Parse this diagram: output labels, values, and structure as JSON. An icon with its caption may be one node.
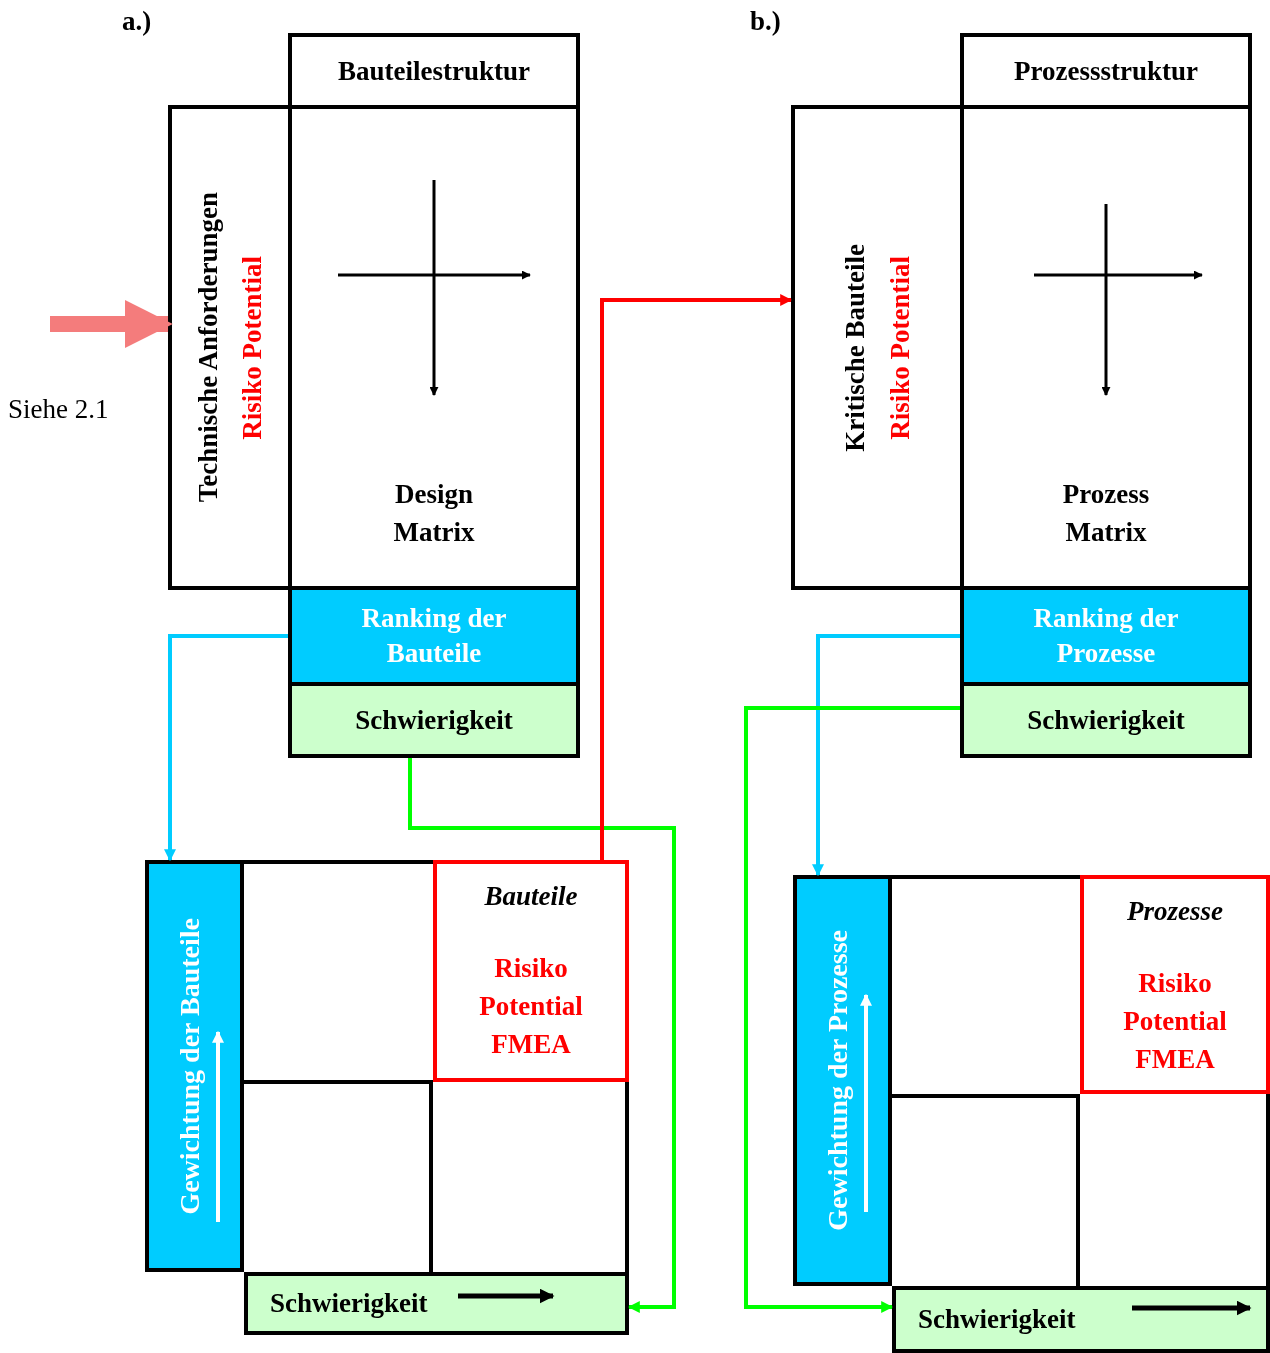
{
  "diagram": {
    "nodes": [
      {
        "text": [
          "Bauteilestruktur"
        ]
      },
      {
        "text": [
          "Technische Anforderungen",
          "Risiko Potential"
        ]
      },
      {
        "text": [
          "Design Matrix"
        ]
      },
      {
        "text": [
          "Ranking der Bauteile"
        ]
      },
      {
        "text": [
          "Schwierigkeit"
        ]
      },
      {
        "text": [
          "Gewichtung der Bauteile"
        ]
      },
      {
        "text": [],
        "shape": "box"
      },
      {
        "text": [
          "Bauteile",
          "Risiko Potential FMEA"
        ]
      },
      {
        "text": [],
        "shape": "box"
      },
      {
        "text": [],
        "shape": "box"
      },
      {
        "text": [
          "Schwierigkeit"
        ]
      },
      {
        "text": [
          "Prozessstruktur"
        ]
      },
      {
        "text": [
          "Kritische Bauteile",
          "Risiko Potential"
        ]
      },
      {
        "text": [
          "Prozess Matrix"
        ]
      },
      {
        "text": [
          "Ranking der Prozesse"
        ]
      },
      {
        "text": [
          "Schwierigkeit"
        ]
      },
      {
        "text": [
          "Gewichtung der Prozesse"
        ]
      },
      {
        "text": [],
        "shape": "box"
      },
      {
        "text": [
          "Prozesse",
          "Risiko Potential FMEA"
        ]
      },
      {
        "text": [],
        "shape": "box"
      },
      {
        "text": [],
        "shape": "box"
      },
      {
        "text": [
          "Schwierigkeit"
        ]
      }
    ],
    "edges": [
      {
        "from": null,
        "to": 1,
        "arrow": "to",
        "style": "thick",
        "color": "#f47c7c"
      },
      {
        "from": 3,
        "to": 5,
        "arrow": "to",
        "color": "#00ccff"
      },
      {
        "from": 4,
        "to": 10,
        "arrow": "to",
        "color": "#00ff00"
      },
      {
        "from": 7,
        "to": 12,
        "arrow": "to",
        "color": "#ff0000"
      },
      {
        "from": 14,
        "to": 16,
        "arrow": "to",
        "color": "#00ccff"
      },
      {
        "from": 15,
        "to": 21,
        "arrow": "to",
        "color": "#00ff00"
      }
    ],
    "labels": [
      "a.)",
      "b.)",
      "Siehe 2.1"
    ]
  }
}
